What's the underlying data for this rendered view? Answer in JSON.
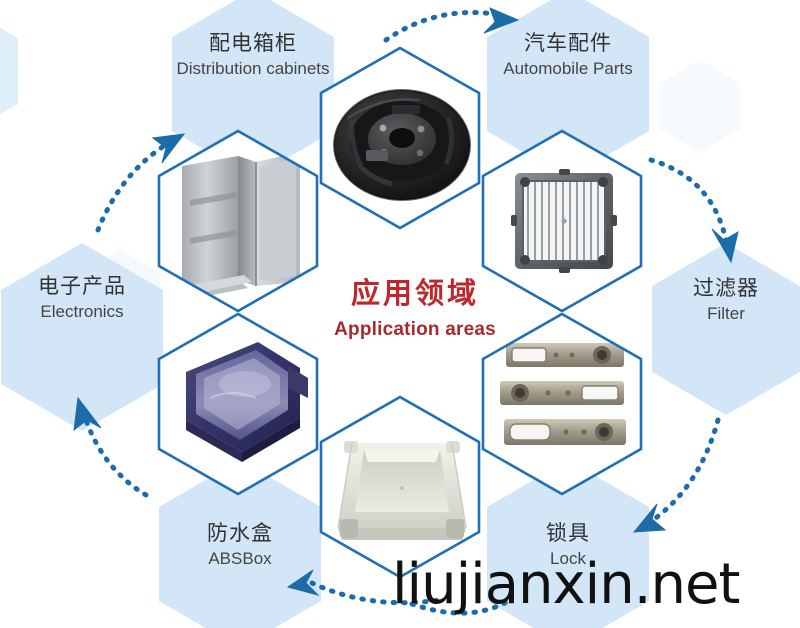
{
  "diagram": {
    "center": {
      "title_cn": "应用领域",
      "title_en": "Application areas",
      "accent_color": "#c0272d"
    },
    "outline_color": "#1f6fb5",
    "hex_fill_color": "#d3e6f7",
    "arrow_color": "#1b6ca8",
    "watermark": "liujianxin.net",
    "label_hexagons": [
      {
        "id": "distribution-cabinets",
        "name_cn": "配电箱柜",
        "name_en": "Distribution cabinets",
        "position": "top-left"
      },
      {
        "id": "automobile-parts",
        "name_cn": "汽车配件",
        "name_en": "Automobile Parts",
        "position": "top-right"
      },
      {
        "id": "filter",
        "name_cn": "过滤器",
        "name_en": "Filter",
        "position": "right"
      },
      {
        "id": "lock",
        "name_cn": "锁具",
        "name_en": "Lock",
        "position": "bottom-right"
      },
      {
        "id": "abs-box",
        "name_cn": "防水盒",
        "name_en": "ABSBox",
        "position": "bottom-left"
      },
      {
        "id": "electronics",
        "name_cn": "电子产品",
        "name_en": "Electronics",
        "position": "left"
      }
    ],
    "product_hexagons": [
      {
        "id": "product-distribution-cabinet",
        "photo": "gray-metal-electrical-cabinet-open-door",
        "for_label": "distribution-cabinets"
      },
      {
        "id": "product-automobile-part",
        "photo": "black-brake-backing-plate-disc",
        "for_label": "automobile-parts"
      },
      {
        "id": "product-filter",
        "photo": "square-metal-filter-grille-frame",
        "for_label": "filter"
      },
      {
        "id": "product-lock",
        "photo": "three-metal-lock-body-castings",
        "for_label": "lock"
      },
      {
        "id": "product-abs-box",
        "photo": "white-abs-waterproof-box-enclosure",
        "for_label": "abs-box"
      },
      {
        "id": "product-electronics",
        "photo": "dark-blue-plastic-electronics-housing-tray",
        "for_label": "electronics"
      }
    ],
    "flow_arrows": [
      {
        "id": "arrow-top-left-to-top-right",
        "direction": "clockwise-right"
      },
      {
        "id": "arrow-top-right-to-filter",
        "direction": "clockwise-down"
      },
      {
        "id": "arrow-filter-to-lock",
        "direction": "clockwise-down"
      },
      {
        "id": "arrow-lock-to-absbox",
        "direction": "clockwise-left"
      },
      {
        "id": "arrow-absbox-to-electronics",
        "direction": "clockwise-up"
      },
      {
        "id": "arrow-electronics-to-distribution",
        "direction": "clockwise-up"
      }
    ]
  }
}
